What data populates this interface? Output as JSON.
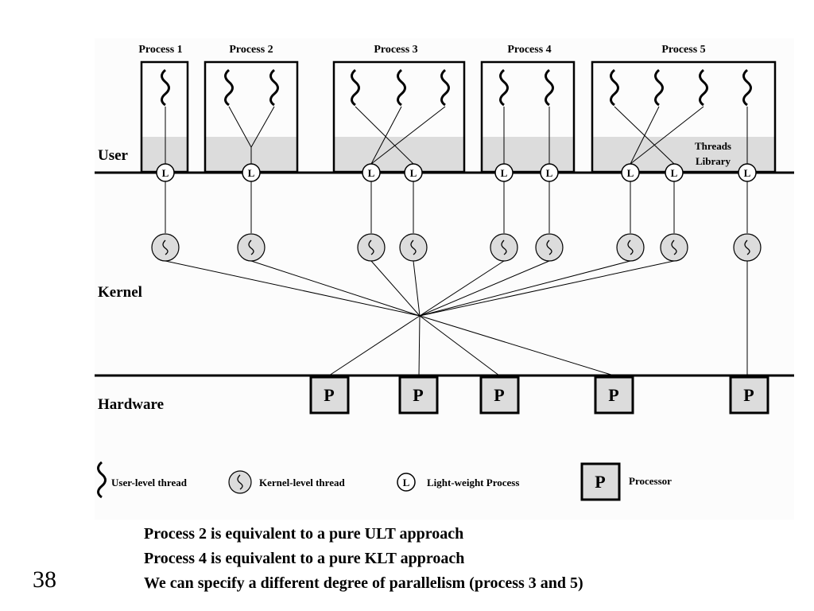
{
  "colors": {
    "shade": "#dcdcdc",
    "line": "#000000",
    "panel": "#ffffff"
  },
  "processes": [
    {
      "label": "Process 1"
    },
    {
      "label": "Process 2"
    },
    {
      "label": "Process 3"
    },
    {
      "label": "Process 4"
    },
    {
      "label": "Process 5",
      "library_label_line1": "Threads",
      "library_label_line2": "Library"
    }
  ],
  "layers": {
    "user": "User",
    "kernel": "Kernel",
    "hardware": "Hardware"
  },
  "lwp_symbol": "L",
  "processor_symbol": "P",
  "legend": {
    "user_thread": "User-level thread",
    "kernel_thread": "Kernel-level thread",
    "lwp_symbol": "L",
    "lwp": "Light-weight Process",
    "processor_symbol": "P",
    "processor": "Processor"
  },
  "notes": [
    "Process 2 is equivalent to a pure ULT approach",
    "Process 4 is equivalent to a pure KLT approach",
    "We can specify a different degree of parallelism (process 3 and 5)"
  ],
  "slide_number": "38"
}
